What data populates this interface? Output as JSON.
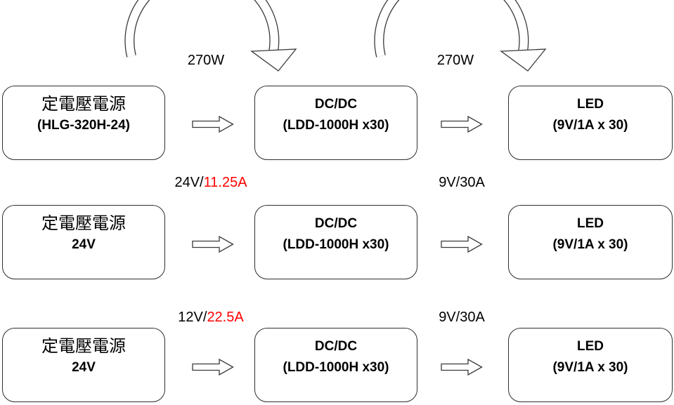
{
  "colors": {
    "highlight_red": "#ff0000",
    "line_black": "#3a3a3a"
  },
  "icons": {
    "curved_arrow": "curved-down-right-arrow",
    "straight_arrow": "right-block-arrow"
  },
  "rows": [
    {
      "boxes": [
        {
          "line1": "定電壓電源",
          "line2": "(HLG-320H-24)"
        },
        {
          "line1": "DC/DC",
          "line2": "(LDD-1000H x30)"
        },
        {
          "line1": "LED",
          "line2": "(9V/1A x 30)"
        }
      ],
      "left_label": {
        "black_part": "270W",
        "red_part": ""
      },
      "right_label": {
        "black_part": "270W",
        "red_part": ""
      }
    },
    {
      "boxes": [
        {
          "line1": "定電壓電源",
          "line2": "24V"
        },
        {
          "line1": "DC/DC",
          "line2": "(LDD-1000H x30)"
        },
        {
          "line1": "LED",
          "line2": "(9V/1A x 30)"
        }
      ],
      "left_label": {
        "black_part": "24V/",
        "red_part": "11.25A"
      },
      "right_label": {
        "black_part": "9V/30A",
        "red_part": ""
      }
    },
    {
      "boxes": [
        {
          "line1": "定電壓電源",
          "line2": "24V"
        },
        {
          "line1": "DC/DC",
          "line2": "(LDD-1000H x30)"
        },
        {
          "line1": "LED",
          "line2": "(9V/1A x 30)"
        }
      ],
      "left_label": {
        "black_part": "12V/",
        "red_part": "22.5A"
      },
      "right_label": {
        "black_part": "9V/30A",
        "red_part": ""
      }
    }
  ]
}
